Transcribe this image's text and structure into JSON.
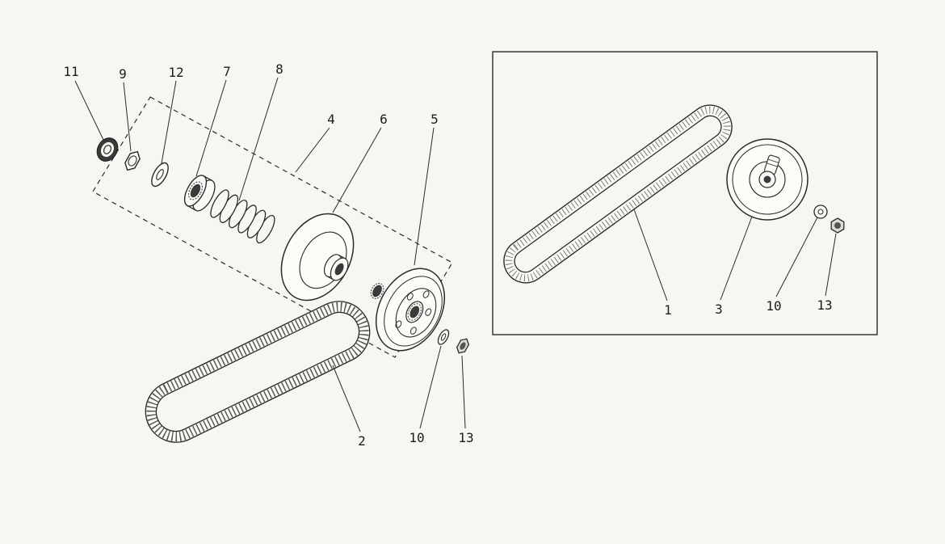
{
  "figure": {
    "kind": "exploded-parts-diagram",
    "background_color": "#f7f6f2",
    "line_color": "#2a2a2a"
  },
  "callouts": {
    "left": [
      "11",
      "9",
      "12",
      "7",
      "8",
      "4",
      "6",
      "5",
      "2",
      "10",
      "13"
    ],
    "inset": [
      "1",
      "3",
      "10",
      "13"
    ]
  }
}
